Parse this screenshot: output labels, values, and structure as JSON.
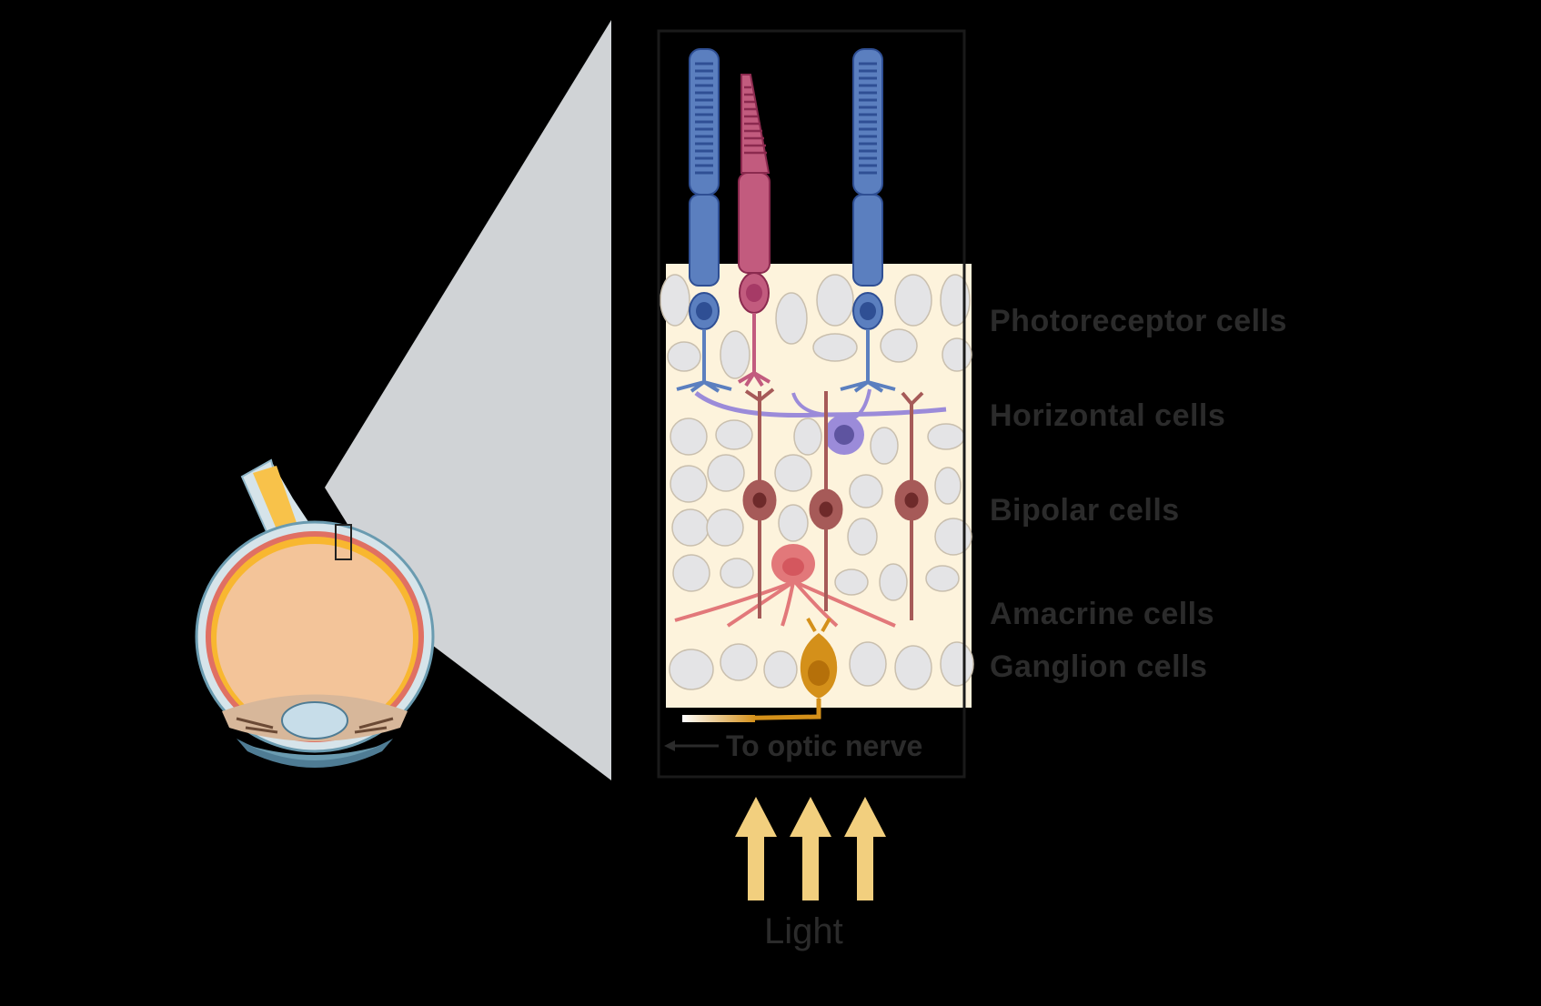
{
  "diagram": {
    "type": "anatomical-illustration",
    "subject": "retina cell layers (eye cross-section with magnified retina inset)",
    "text_legibility_note": "Labels are dark gray on black and only partially resolvable; wording inferred from overview + anatomy",
    "colors": {
      "background": "#000000",
      "wedge": "#d0d3d6",
      "retina_bg": "#fdf3dc",
      "nucleus_bg": "#e4e4e6",
      "rod": "#5b7fbf",
      "cone": "#c25b7e",
      "horizontal": "#9b8bd9",
      "bipolar": "#a65a58",
      "amacrine": "#e2787a",
      "ganglion": "#d4901a",
      "light_arrow": "#f2cf7e",
      "eye_vitreous": "#f3c499",
      "optic_nerve": "#f8c24a",
      "lens": "#c7dde9"
    },
    "cell_labels": [
      {
        "id": "photoreceptor",
        "text": "Photoreceptor cells"
      },
      {
        "id": "horizontal",
        "text": "Horizontal cells"
      },
      {
        "id": "bipolar",
        "text": "Bipolar cells"
      },
      {
        "id": "amacrine",
        "text": "Amacrine cells"
      },
      {
        "id": "ganglion",
        "text": "Ganglion cells"
      }
    ],
    "optic_nerve_label": "To optic nerve",
    "optic_nerve_arrow": "←",
    "light_label": "Light",
    "light_arrow_count": 3
  }
}
